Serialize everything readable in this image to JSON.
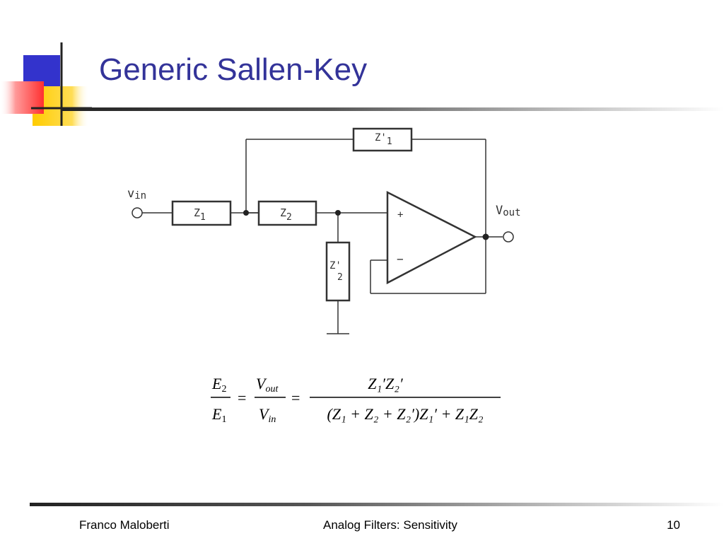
{
  "slide": {
    "title": "Generic Sallen-Key"
  },
  "colors": {
    "title": "#333399",
    "logo_blue": "#3333cc",
    "logo_red": "#ff4040",
    "logo_yellow": "#ffcc00"
  },
  "circuit": {
    "vin_label": "v",
    "vin_sub": "in",
    "vout_label": "V",
    "vout_sub": "out",
    "z1_main": "Z",
    "z1_sub": "1",
    "z2_main": "Z",
    "z2_sub": "2",
    "z1p_main": "Z'",
    "z1p_sub": "1",
    "z2p_main": "Z'",
    "z2p_sub": "2",
    "plus_sign": "+",
    "minus_sign": "−"
  },
  "formula": {
    "lhs_num_main": "E",
    "lhs_num_sub": "2",
    "lhs_den_main": "E",
    "lhs_den_sub": "1",
    "eq1": "=",
    "mid_num_main": "V",
    "mid_num_sub": "out",
    "mid_den_main": "V",
    "mid_den_sub": "in",
    "eq2": "=",
    "rhs_num": "Z₁′Z₂′",
    "rhs_den": "(Z₁ + Z₂ + Z₂′)Z₁′ + Z₁Z₂"
  },
  "footer": {
    "author": "Franco Maloberti",
    "course": "Analog Filters: Sensitivity",
    "page": "10"
  }
}
